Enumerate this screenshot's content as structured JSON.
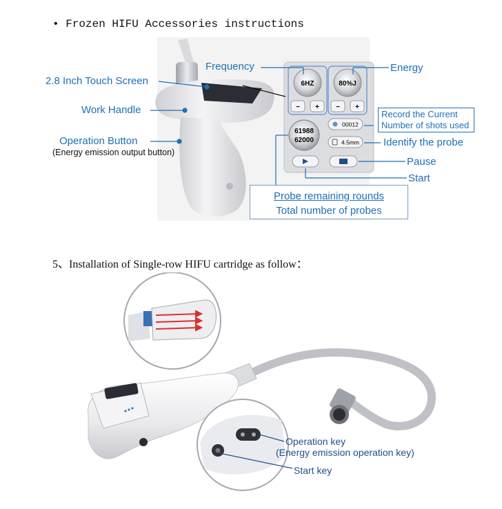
{
  "section1": {
    "heading": "• Frozen HIFU Accessories instructions",
    "labels": {
      "touch_screen": "2.8 Inch Touch Screen",
      "work_handle": "Work Handle",
      "operation_button": "Operation Button",
      "operation_button_note": "(Energy emission output button)",
      "frequency": "Frequency",
      "energy": "Energy",
      "record_line1": "Record the Current",
      "record_line2": "Number of shots used",
      "identify_probe": "Identify the probe",
      "pause": "Pause",
      "start": "Start",
      "probe_remaining": "Probe remaining rounds",
      "total_probes": "Total number of probes"
    },
    "panel": {
      "frequency_value": "6HZ",
      "energy_value": "80%J",
      "minus": "−",
      "plus": "+",
      "rounds_top": "61988",
      "rounds_bottom": "62000",
      "shots": "00012",
      "probe_size": "4.5mm"
    }
  },
  "section2": {
    "heading": "5、Installation of Single-row HIFU cartridge as follow：",
    "labels": {
      "operation_key": "Operation key",
      "operation_key_note": "(Energy emission operation key)",
      "start_key": "Start key"
    }
  },
  "colors": {
    "label_blue": "#1f6fb5",
    "arrow_red": "#d9312b",
    "device_gray": "#e6e6e8"
  }
}
